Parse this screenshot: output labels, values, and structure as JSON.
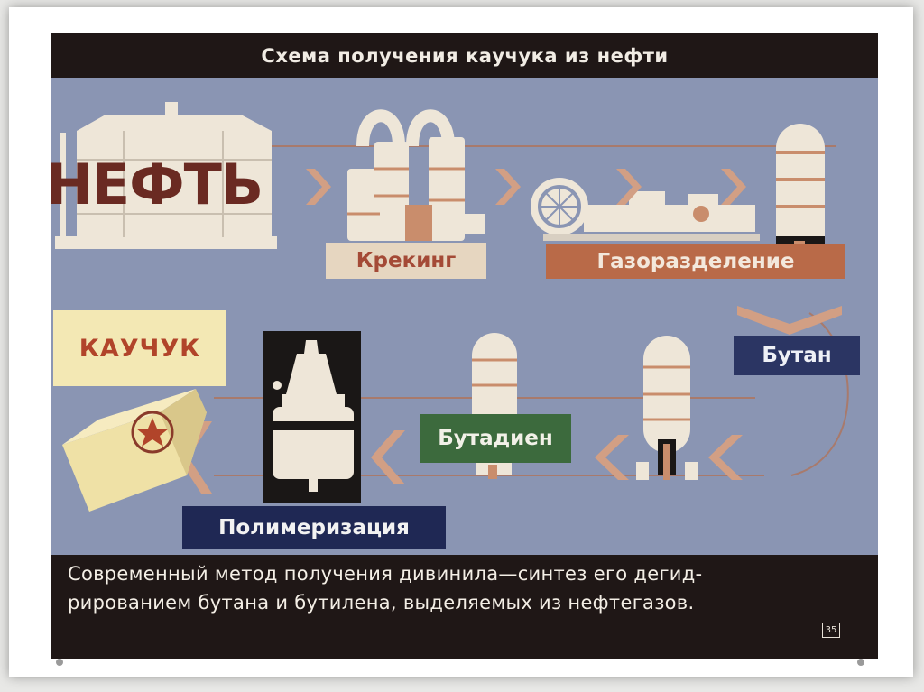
{
  "slide": {
    "title": "Схема получения каучука из нефти",
    "caption_line1": "Современный метод получения дивинила—синтез его дегид-",
    "caption_line2": "рированием бутана и бутилена, выделяемых из нефтегазов.",
    "page_number": "35"
  },
  "diagram": {
    "oil": "НЕФТЬ",
    "cracking": "Крекинг",
    "gas_separation": "Газоразделение",
    "butane": "Бутан",
    "butadiene": "Бутадиен",
    "polymerization": "Полимеризация",
    "rubber": "КАУЧУК"
  },
  "colors": {
    "panel": "#8a95b3",
    "dark": "#1f1716",
    "arrow": "#d29f84",
    "cream": "#eee6d8",
    "rust": "#b96a48"
  }
}
